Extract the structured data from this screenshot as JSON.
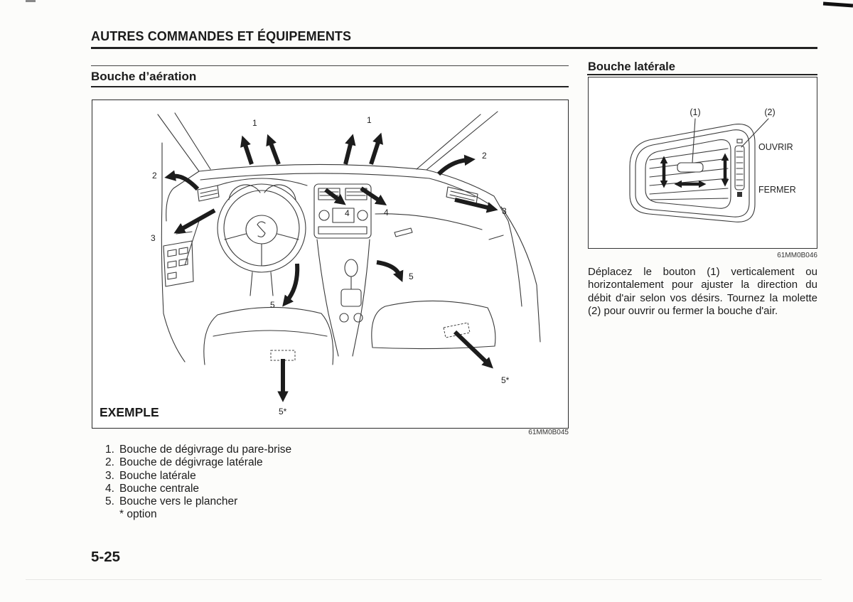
{
  "header": {
    "section_title": "AUTRES COMMANDES ET ÉQUIPEMENTS"
  },
  "vents": {
    "heading": "Bouche d’aération",
    "figure": {
      "example_label": "EXEMPLE",
      "figure_code": "61MM0B045",
      "callouts": [
        "1",
        "1",
        "2",
        "2",
        "3",
        "3",
        "4",
        "4",
        "5",
        "5",
        "5*",
        "5*"
      ]
    },
    "legend": [
      {
        "num": "1.",
        "text": "Bouche de dégivrage du pare-brise"
      },
      {
        "num": "2.",
        "text": "Bouche de dégivrage latérale"
      },
      {
        "num": "3.",
        "text": "Bouche latérale"
      },
      {
        "num": "4.",
        "text": "Bouche centrale"
      },
      {
        "num": "5.",
        "text": "Bouche vers le plancher"
      }
    ],
    "footnote": "* option"
  },
  "side_vent": {
    "heading": "Bouche latérale",
    "figure": {
      "label_button": "(1)",
      "label_dial": "(2)",
      "open_label": "OUVRIR",
      "close_label": "FERMER",
      "figure_code": "61MM0B046"
    },
    "paragraph": "Déplacez le bouton (1) verticalement ou horizontalement pour ajuster la direction du débit d'air selon vos désirs. Tournez la molette (2) pour ouvrir ou fermer la bouche d'air."
  },
  "page_number": "5-25"
}
